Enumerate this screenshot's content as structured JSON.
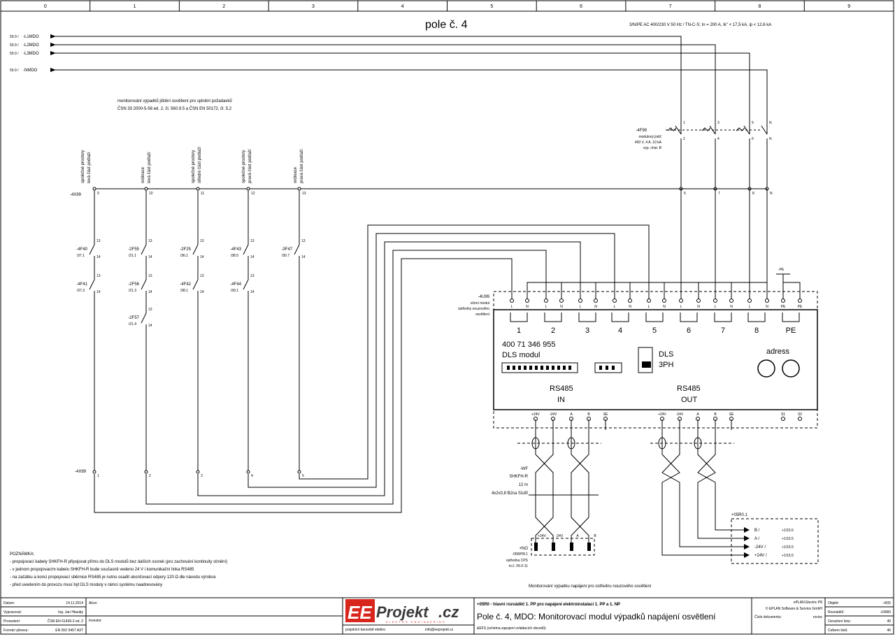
{
  "grid": {
    "columns": [
      "0",
      "1",
      "2",
      "3",
      "4",
      "5",
      "6",
      "7",
      "8",
      "9"
    ]
  },
  "header": {
    "title": "pole č. 4",
    "supply": "3/N/PE AC 400/230 V 50 Hz / TN-C-S; In = 200 A, Ik\" < 17,5 kA, ip < 12,6 kA"
  },
  "incoming": [
    {
      "ref": "59.9 /",
      "label": "-L1MDO"
    },
    {
      "ref": "59.9 /",
      "label": "-L2MDO"
    },
    {
      "ref": "59.9 /",
      "label": "-L3MDO"
    },
    {
      "ref": "59.9 /",
      "label": "-NMDO"
    }
  ],
  "monitoring_note": {
    "line1": "monitorování výpadků jištění osvětlení pro splnění požadavků",
    "line2": "ČSN 33 2000-5-56 ed. 2, čl. 560.9.5 a ČSN EN 50172, čl. 5.2"
  },
  "zones": [
    {
      "l1": "společné prostory",
      "l2": "levá část podlaží"
    },
    {
      "l1": "ordinace",
      "l2": "levá část podlaží"
    },
    {
      "l1": "společné prostory",
      "l2": "střední část podlaží"
    },
    {
      "l1": "společné prostory",
      "l2": "pravá část podlaží"
    },
    {
      "l1": "ordinace",
      "l2": "pravá část podlaží"
    }
  ],
  "terminal_top": {
    "name": "-4X99",
    "numbers": [
      "9",
      "10",
      "11",
      "12",
      "13"
    ]
  },
  "terminal_bottom": {
    "name": "-4X99",
    "numbers": [
      "1",
      "2",
      "3",
      "4",
      "5"
    ]
  },
  "contacts": [
    {
      "name": "-4F40",
      "ref": "/37.1",
      "a": "13",
      "b": "14"
    },
    {
      "name": "-4F41",
      "ref": "/37.3",
      "a": "13",
      "b": "14"
    },
    {
      "name": "-2F55",
      "ref": "/21.1",
      "a": "13",
      "b": "14"
    },
    {
      "name": "-2F56",
      "ref": "/21.3",
      "a": "13",
      "b": "14"
    },
    {
      "name": "-2F57",
      "ref": "/21.4",
      "a": "13",
      "b": "14"
    },
    {
      "name": "-2F25",
      "ref": "/36.1",
      "a": "13",
      "b": "14"
    },
    {
      "name": "-4F42",
      "ref": "/38.1",
      "a": "13",
      "b": "14"
    },
    {
      "name": "-4F43",
      "ref": "/38.5",
      "a": "13",
      "b": "14"
    },
    {
      "name": "-4F44",
      "ref": "/39.1",
      "a": "13",
      "b": "14"
    },
    {
      "name": "-3F47",
      "ref": "/30.7",
      "a": "13",
      "b": "14"
    }
  ],
  "breaker": {
    "name": "-4F99",
    "desc1": "modulový jistič",
    "desc2": "400 V, 4 A, 10 kA",
    "desc3": "vyp. char. B",
    "top": [
      "1",
      "3",
      "5",
      "N"
    ],
    "bottom": [
      "2",
      "4",
      "6",
      "N"
    ],
    "out": [
      "6",
      "7",
      "8",
      "N"
    ]
  },
  "module": {
    "name": "-4U99",
    "desc1": "očení modul",
    "desc2": "ústředny nouzového",
    "desc3": "osvětlení",
    "pins_top": [
      "L",
      "N",
      "L",
      "N",
      "L",
      "N",
      "L",
      "N",
      "L",
      "N",
      "L",
      "N",
      "L",
      "N",
      "L",
      "N",
      "PE",
      "PE"
    ],
    "channels": [
      "1",
      "2",
      "3",
      "4",
      "5",
      "6",
      "7",
      "8",
      "PE"
    ],
    "part_no": "400 71 346 955",
    "model": "DLS modul",
    "dls": "DLS",
    "dls2": "3PH",
    "adress": "adress",
    "rs485": "RS485",
    "in": "IN",
    "out": "OUT",
    "pe_label": "-PE",
    "pins_bottom_in": [
      "+24V",
      "-24V",
      "A",
      "B",
      "SE"
    ],
    "pins_bottom_out": [
      "+24V",
      "-24V",
      "A",
      "B",
      "SE"
    ],
    "pins_bottom_extra": [
      "S1",
      "S2"
    ]
  },
  "cable": {
    "name": "-WF",
    "type": "SHKFH-R",
    "length": "12 m",
    "spec": "4x2x0,8 B2ca S1d0"
  },
  "no_block": {
    "name": "+NO",
    "ref": "-05RP/8.1",
    "d1": "ústředna CPS",
    "d2": "m.č. 05.0-11",
    "pins": [
      "+24V",
      "-24V",
      "A",
      "B"
    ]
  },
  "out_block": {
    "name": "+05R0.1",
    "rows": [
      {
        "label": "B /",
        "ref": "+1/15.5"
      },
      {
        "label": "A /",
        "ref": "+1/15.5"
      },
      {
        "label": "-24V /",
        "ref": "+1/15.5"
      },
      {
        "label": "+24V /",
        "ref": "+1/15.5"
      }
    ]
  },
  "caption": "Monitorování výpadku napájení pro ústřednu nouzového osvětlení",
  "notes": {
    "heading": "POZNÁMKA:",
    "items": [
      "- propojovací kabely SHKFH-R připojovat přímo do DLS modulů bez dalších svorek (pro zachování kontinuity stínění)",
      "- v jednom propojovacím kabelu SHKFH-R bude současně vedeno 24 V i komunikační linka RS485",
      "- na začátku a konci propojovací sběrnice RS485 je nutno osadit ukončovací odpory 120 Ω dle návodu výrobce",
      "- před uvedením do provozu musí být DLS moduly v rámci systému naadresovány"
    ]
  },
  "titleblock": {
    "left": [
      {
        "k": "Datum:",
        "v": "14.11.2014"
      },
      {
        "k": "Vypracoval:",
        "v": "Ing. Jan Hlaváty"
      },
      {
        "k": "Provedení:",
        "v": "ČSN EN 61439-2 ed. 2"
      },
      {
        "k": "Formát výkresu:",
        "v": "EN ISO 5457 A3T"
      }
    ],
    "akce": "Akce:",
    "investor": "Investor:",
    "logo_ee": "EE",
    "logo_projekt": "Projekt",
    "logo_cz": ".cz",
    "logo_sub": "ELEKTRO ENGINEERING",
    "office": "projekční kancelář elektro",
    "email": "info@eeprojekt.cz",
    "project_line": "+05R0 - hlavní rozváděč 1. PP pro napájení elektroinstalací 1. PP a 1. NP",
    "drawing_title": "Pole č. 4, MDO: Monitorovací modul výpadků napájení osvětlení",
    "drawing_sub": "&EFS (schéma zapojení ovládacích obvodů)",
    "software1": "ePLAN Electric P8",
    "software2": "© EPLAN Software & Service GmbH",
    "doc_label": "Číslo dokumentu:",
    "doc_value": "rovice",
    "right": [
      {
        "k": "Objekt:",
        "v": "+505"
      },
      {
        "k": "Rozváděč:",
        "v": "+05R0"
      },
      {
        "k": "Označení listu:",
        "v": "40"
      },
      {
        "k": "Celkem listů:",
        "v": "46"
      }
    ]
  }
}
